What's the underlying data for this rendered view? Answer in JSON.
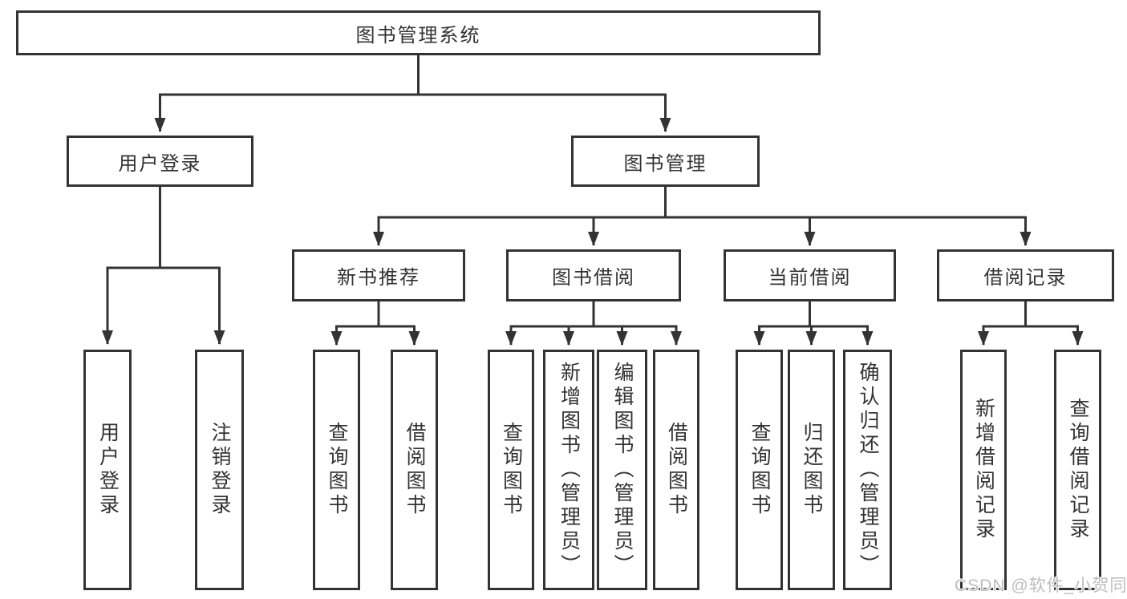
{
  "tree": {
    "root": "图书管理系统",
    "level1": [
      "用户登录",
      "图书管理"
    ],
    "login_leaves": [
      "用户登录",
      "注销登录"
    ],
    "level2": [
      "新书推荐",
      "图书借阅",
      "当前借阅",
      "借阅记录"
    ],
    "recommend_leaves": [
      "查询图书",
      "借阅图书"
    ],
    "borrow_leaves": [
      "查询图书",
      "新增图书（管理员）",
      "编辑图书（管理员）",
      "借阅图书"
    ],
    "current_leaves": [
      "查询图书",
      "归还图书",
      "确认归还（管理员）"
    ],
    "record_leaves": [
      "新增借阅记录",
      "查询借阅记录"
    ]
  },
  "watermark": "CSDN @软件_小贺同学",
  "colors": {
    "line": "#333333",
    "text": "#333333",
    "background": "#ffffff",
    "watermark": "#bdbdbd"
  }
}
